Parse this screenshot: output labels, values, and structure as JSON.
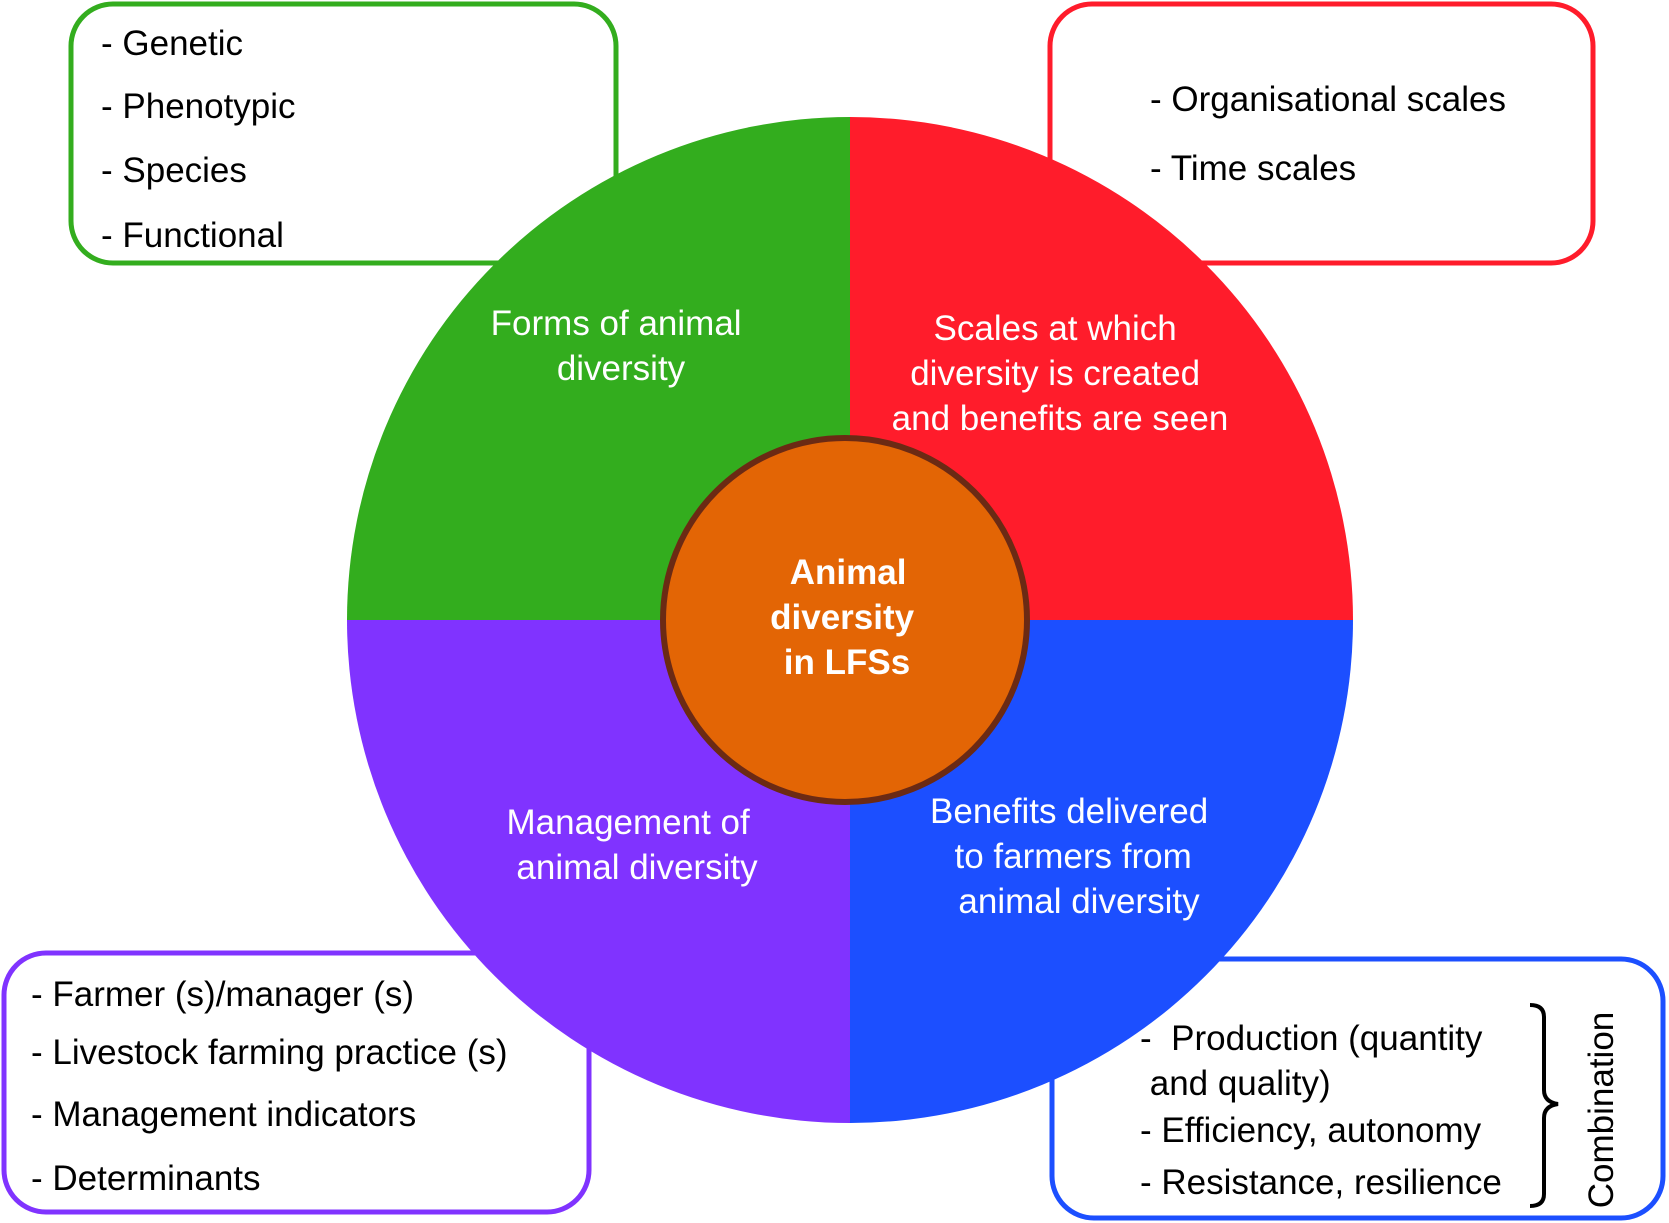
{
  "colors": {
    "forms": "#33ad1e",
    "scales": "#ff1c2b",
    "management": "#8033ff",
    "benefits": "#1c4fff",
    "center_fill": "#e36505",
    "center_border": "#6b2a14"
  },
  "center": {
    "lines": [
      "Animal",
      "diversity",
      "in LFSs"
    ]
  },
  "sectors": {
    "forms": {
      "lines": [
        "Forms of animal",
        "diversity"
      ]
    },
    "scales": {
      "lines": [
        "Scales at which",
        "diversity is created",
        "and benefits are seen"
      ]
    },
    "management": {
      "lines": [
        "Management of",
        "animal diversity"
      ]
    },
    "benefits": {
      "lines": [
        "Benefits delivered",
        "to farmers from",
        "animal diversity"
      ]
    }
  },
  "boxes": {
    "forms": {
      "items": [
        "- Genetic",
        "- Phenotypic",
        "- Species",
        "- Functional"
      ]
    },
    "scales": {
      "items": [
        "- Organisational scales",
        "- Time scales"
      ]
    },
    "management": {
      "items": [
        "- Farmer (s)/manager (s)",
        "- Livestock farming practice (s)",
        "- Management indicators",
        "- Determinants"
      ]
    },
    "benefits": {
      "items": [
        "-  Production (quantity",
        " and quality)",
        "- Efficiency, autonomy",
        "- Resistance, resilience"
      ],
      "bracket_label": "Combination"
    }
  }
}
